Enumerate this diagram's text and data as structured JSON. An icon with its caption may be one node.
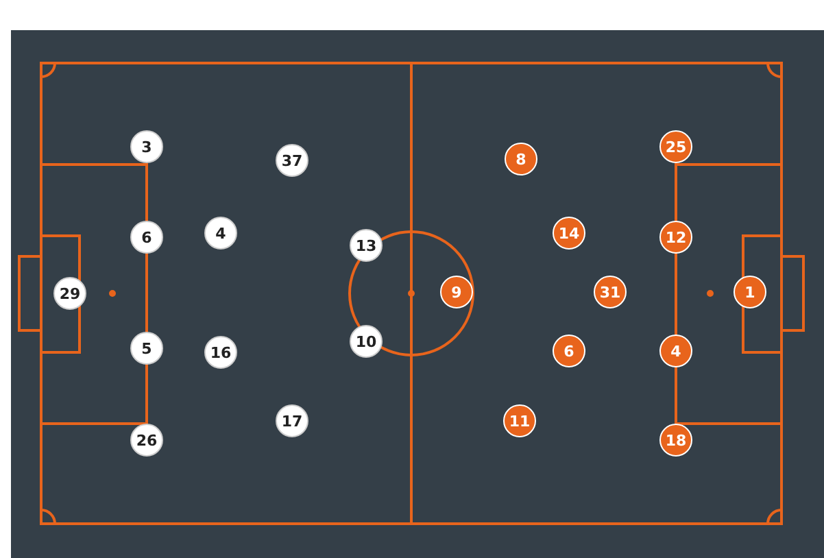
{
  "diagram": {
    "nodes": [
      {
        "text": [
          "3"
        ]
      },
      {
        "text": [
          "37"
        ]
      },
      {
        "text": [
          "6"
        ]
      },
      {
        "text": [
          "4"
        ]
      },
      {
        "text": [
          "13"
        ]
      },
      {
        "text": [
          "29"
        ]
      },
      {
        "text": [
          "5"
        ]
      },
      {
        "text": [
          "16"
        ]
      },
      {
        "text": [
          "10"
        ]
      },
      {
        "text": [
          "17"
        ]
      },
      {
        "text": [
          "26"
        ]
      },
      {
        "text": [
          "8"
        ]
      },
      {
        "text": [
          "25"
        ]
      },
      {
        "text": [
          "14"
        ]
      },
      {
        "text": [
          "12"
        ]
      },
      {
        "text": [
          "9"
        ]
      },
      {
        "text": [
          "31"
        ]
      },
      {
        "text": [
          "1"
        ]
      },
      {
        "text": [
          "6"
        ]
      },
      {
        "text": [
          "4"
        ]
      },
      {
        "text": [
          "11"
        ]
      },
      {
        "text": [
          "18"
        ]
      }
    ]
  }
}
